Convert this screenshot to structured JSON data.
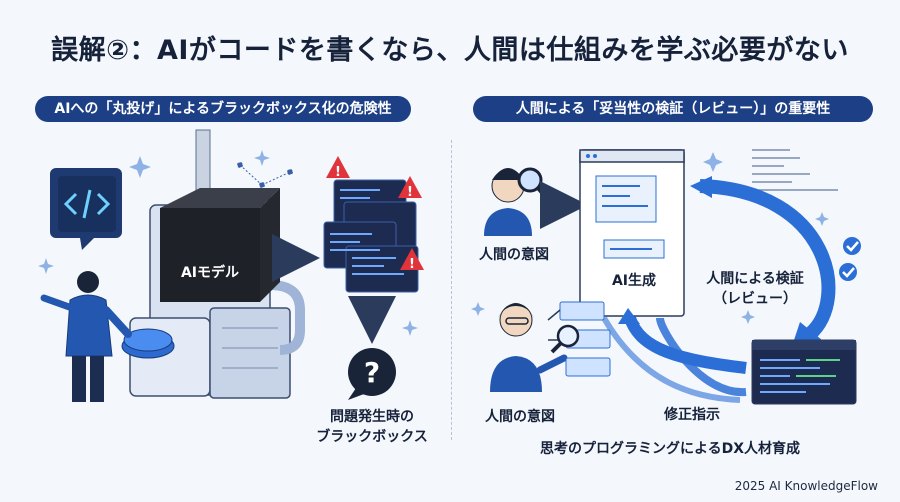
{
  "title": "誤解②：AIがコードを書くなら、人間は仕組みを学ぶ必要がない",
  "left_panel": {
    "header": "AIへの「丸投げ」によるブラックボックス化の危険性",
    "model_label": "AIモデル",
    "question_label_1": "問題発生時の",
    "question_label_2": "ブラックボックス"
  },
  "right_panel": {
    "header": "人間による「妥当性の検証（レビュー）」の重要性",
    "intent_label_top": "人間の意図",
    "intent_label_bottom": "人間の意図",
    "ai_label": "AI生成",
    "review_label_1": "人間による検証",
    "review_label_2": "（レビュー）",
    "fix_label": "修正指示",
    "footer": "思考のプログラミングによるDX人材育成"
  },
  "credit": "2025 AI KnowledgeFlow",
  "icons": [
    "code-icon",
    "question-icon",
    "warning-icon",
    "magnifier-icon",
    "check-icon"
  ],
  "colors": {
    "navy": "#1d3f86",
    "accent": "#2b6fd6",
    "warning": "#e0343a"
  }
}
